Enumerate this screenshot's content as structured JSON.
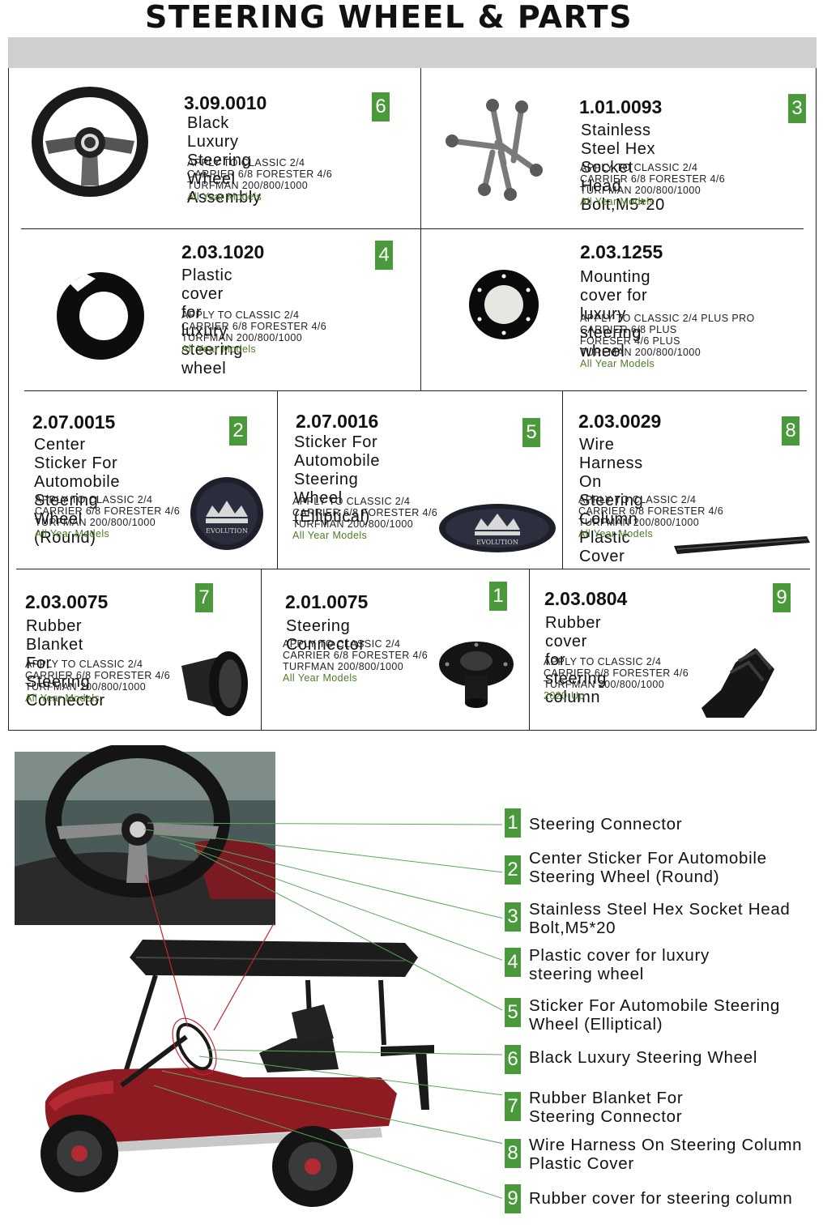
{
  "page": {
    "title": "STEERING WHEEL & PARTS"
  },
  "apply_prefix": "APPLY TO",
  "parts": [
    {
      "code": "3.09.0010",
      "badge": "6",
      "name_lines": [
        "Black Luxury Steering",
        "Wheel Assembly"
      ],
      "apply_lines": [
        "APPLY TO      CLASSIC 2/4",
        "CARRIER 6/8 FORESTER 4/6",
        "TURFMAN 200/800/1000"
      ],
      "years": "All Year Models"
    },
    {
      "code": "1.01.0093",
      "badge": "3",
      "name_lines": [
        "Stainless Steel Hex",
        "Socket Head Bolt,M5*20"
      ],
      "apply_lines": [
        "APPLY TO      CLASSIC 2/4",
        "CARRIER 6/8 FORESTER 4/6",
        "TURFMAN 200/800/1000"
      ],
      "years": "All Year Models"
    },
    {
      "code": "2.03.1020",
      "badge": "4",
      "name_lines": [
        "Plastic cover for luxury",
        "steering wheel"
      ],
      "apply_lines": [
        "APPLY TO      CLASSIC 2/4",
        "CARRIER 6/8 FORESTER 4/6",
        "TURFMAN 200/800/1000"
      ],
      "years": "All Year Models"
    },
    {
      "code": "2.03.1255",
      "badge": "",
      "name_lines": [
        "Mounting cover for luxury",
        "steering wheel"
      ],
      "apply_lines": [
        "APPLY TO      CLASSIC 2/4  PLUS PRO",
        "CARRIER 6/8 PLUS",
        "FORESER 4/6 PLUS",
        "TURFMAN 200/800/1000"
      ],
      "years": "All Year Models"
    },
    {
      "code": "2.07.0015",
      "badge": "2",
      "name_lines": [
        "Center Sticker For",
        "Automobile Steering",
        "Wheel (Round)"
      ],
      "apply_lines": [
        "APPLY TO      CLASSIC 2/4",
        "CARRIER 6/8 FORESTER 4/6",
        "TURFMAN 200/800/1000"
      ],
      "years": "All Year Models"
    },
    {
      "code": "2.07.0016",
      "badge": "5",
      "name_lines": [
        "Sticker For Automobile",
        "Steering Wheel",
        "(Elliptical)"
      ],
      "apply_lines": [
        "APPLY TO      CLASSIC 2/4",
        "CARRIER 6/8 FORESTER 4/6",
        "TURFMAN 200/800/1000"
      ],
      "years": "All Year Models"
    },
    {
      "code": "2.03.0029",
      "badge": "8",
      "name_lines": [
        "Wire Harness On",
        "Steering Column",
        "Plastic Cover"
      ],
      "apply_lines": [
        "APPLY TO      CLASSIC 2/4",
        "CARRIER 6/8 FORESTER 4/6",
        "TURFMAN 200/800/1000"
      ],
      "years": "All Year Models"
    },
    {
      "code": "2.03.0075",
      "badge": "7",
      "name_lines": [
        "Rubber Blanket For",
        "Steering Connector"
      ],
      "apply_lines": [
        "APPLY TO      CLASSIC 2/4",
        "CARRIER 6/8 FORESTER 4/6",
        "TURFMAN 200/800/1000"
      ],
      "years": "All Year Models"
    },
    {
      "code": "2.01.0075",
      "badge": "1",
      "name_lines": [
        "Steering Connector"
      ],
      "apply_lines": [
        "APPLY TO      CLASSIC 2/4",
        "CARRIER 6/8 FORESTER 4/6",
        "TURFMAN 200/800/1000"
      ],
      "years": "All Year Models"
    },
    {
      "code": "2.03.0804",
      "badge": "9",
      "name_lines": [
        "Rubber cover for",
        "steering column"
      ],
      "apply_lines": [
        "APPLY TO      CLASSIC 2/4",
        "CARRIER 6/8 FORESTER 4/6",
        "TURFMAN 200/800/1000"
      ],
      "years": "2020-Up"
    }
  ],
  "legend": [
    {
      "num": "1",
      "lines": [
        "Steering Connector"
      ]
    },
    {
      "num": "2",
      "lines": [
        "Center Sticker For Automobile",
        "Steering Wheel (Round)"
      ]
    },
    {
      "num": "3",
      "lines": [
        "Stainless Steel Hex Socket Head",
        "Bolt,M5*20"
      ]
    },
    {
      "num": "4",
      "lines": [
        "Plastic cover for luxury",
        "steering wheel"
      ]
    },
    {
      "num": "5",
      "lines": [
        "Sticker For Automobile Steering",
        "Wheel (Elliptical)"
      ]
    },
    {
      "num": "6",
      "lines": [
        "Black Luxury Steering Wheel"
      ]
    },
    {
      "num": "7",
      "lines": [
        "Rubber Blanket For",
        "Steering Connector"
      ]
    },
    {
      "num": "8",
      "lines": [
        "Wire Harness On Steering Column",
        "Plastic Cover"
      ]
    },
    {
      "num": "9",
      "lines": [
        "Rubber cover for steering column"
      ]
    }
  ],
  "sticker_text": "EVOLUTION",
  "colors": {
    "badge_green": "#4a9a3b",
    "year_green": "#4f7a25",
    "header_gray": "#cfcfcf",
    "cart_red": "#8e1b22"
  }
}
